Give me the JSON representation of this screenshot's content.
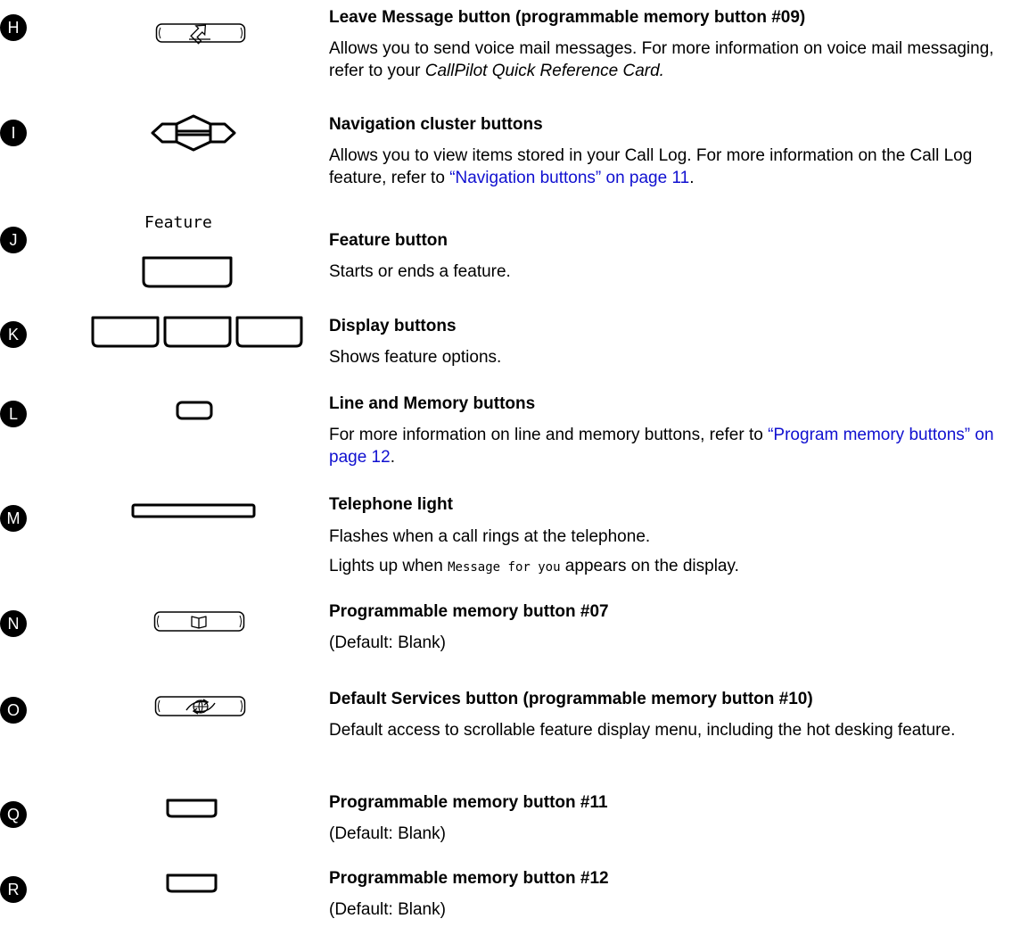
{
  "sections": {
    "H": {
      "badge": "H",
      "title": "Leave Message button (programmable memory button #09)",
      "body_pre": "Allows you to send voice mail messages. For more information on voice mail messaging, refer to your ",
      "body_italic": "CallPilot Quick Reference Card."
    },
    "I": {
      "badge": "I",
      "title": "Navigation cluster buttons",
      "body_pre": "Allows you to view items stored in your Call Log. For more information on the Call Log feature, refer to ",
      "link": "“Navigation buttons” on page 11",
      "body_post": "."
    },
    "J": {
      "badge": "J",
      "key_label": "Feature",
      "title": "Feature button",
      "body": "Starts or ends a feature."
    },
    "K": {
      "badge": "K",
      "title": "Display buttons",
      "body": "Shows feature options."
    },
    "L": {
      "badge": "L",
      "title": "Line and Memory buttons",
      "body_pre": "For more information on line and memory buttons, refer to ",
      "link": "“Program memory buttons” on page 12",
      "body_post": "."
    },
    "M": {
      "badge": "M",
      "title": "Telephone light",
      "line1": "Flashes when a call rings at the telephone.",
      "line2_pre": "Lights up when ",
      "line2_mono": "Message for you",
      "line2_post": " appears on the display."
    },
    "N": {
      "badge": "N",
      "title": "Programmable memory button #07",
      "body": "(Default: Blank)"
    },
    "O": {
      "badge": "O",
      "title": "Default Services button (programmable memory button #10)",
      "body": "Default access to scrollable feature display menu, including the hot desking feature."
    },
    "Q": {
      "badge": "Q",
      "title": "Programmable memory button #11",
      "body": "(Default: Blank)"
    },
    "R": {
      "badge": "R",
      "title": "Programmable memory button #12",
      "body": "(Default: Blank)"
    }
  },
  "colors": {
    "link": "#1010d0",
    "badge": "#000000",
    "text": "#000000"
  },
  "icons": {
    "H": "leave-message-icon",
    "I": "navigation-cluster-icon",
    "J": "feature-key-icon",
    "K": "display-keys-icon",
    "L": "line-memory-key-icon",
    "M": "telephone-light-icon",
    "N": "book-key-icon",
    "O": "services-globe-icon",
    "Q": "memory-key-icon",
    "R": "memory-key-icon"
  }
}
